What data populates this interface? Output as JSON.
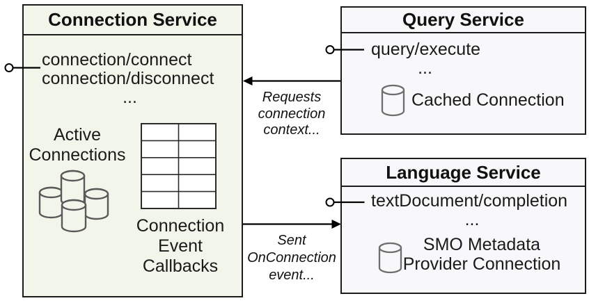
{
  "connection_service": {
    "title": "Connection Service",
    "methods": [
      "connection/connect",
      "connection/disconnect",
      "..."
    ],
    "active_connections": [
      "Active",
      "Connections"
    ],
    "callbacks": [
      "Connection",
      "Event",
      "Callbacks"
    ]
  },
  "query_service": {
    "title": "Query Service",
    "method": "query/execute",
    "ellipsis": "...",
    "cached_label": "Cached Connection"
  },
  "language_service": {
    "title": "Language Service",
    "method": "textDocument/completion",
    "ellipsis": "...",
    "cached_label": [
      "SMO Metadata",
      "Provider Connection"
    ]
  },
  "arrow_labels": {
    "requests": [
      "Requests",
      "connection",
      "context..."
    ],
    "sent": [
      "Sent",
      "OnConnection",
      "event..."
    ]
  },
  "icons": {
    "interface_lollipop": "circle-with-line",
    "database": "cylinder",
    "database_cluster": "four-cylinders",
    "callbacks_table": "grid-2x5"
  },
  "colors": {
    "connection_box_fill": "#f2f5ea",
    "service_box_fill": "#f8f8fa",
    "border": "#1c1c1c",
    "cylinder_stroke_dark": "#595959",
    "cylinder_stroke_light": "#6e6e6e",
    "text": "#1a1a1a",
    "arrow": "#000000"
  }
}
